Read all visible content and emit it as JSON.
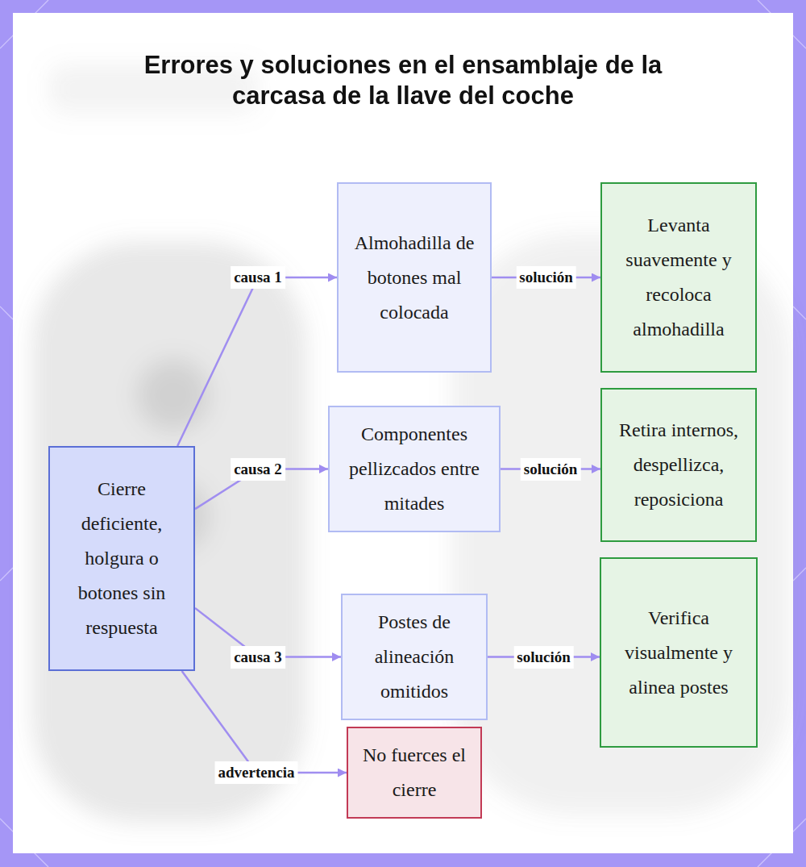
{
  "diagram": {
    "title": "Errores y soluciones en el ensamblaje de la carcasa de la llave del coche",
    "nodes": [
      {
        "text": [
          "Cierre deficiente, holgura o botones sin respuesta"
        ]
      },
      {
        "text": [
          "Almohadilla de botones mal colocada"
        ]
      },
      {
        "text": [
          "Levanta suavemente y recoloca almohadilla"
        ]
      },
      {
        "text": [
          "Componentes pellizcados entre mitades"
        ]
      },
      {
        "text": [
          "Retira internos, despellizca, reposiciona"
        ]
      },
      {
        "text": [
          "Postes de alineación omitidos"
        ]
      },
      {
        "text": [
          "Verifica visualmente y alinea postes"
        ]
      },
      {
        "text": [
          "No fuerces el cierre"
        ]
      }
    ],
    "edges": [
      {
        "from": 0,
        "to": 1,
        "label": "causa 1",
        "arrow": "to"
      },
      {
        "from": 1,
        "to": 2,
        "label": "solución",
        "arrow": "to"
      },
      {
        "from": 0,
        "to": 3,
        "label": "causa 2",
        "arrow": "to"
      },
      {
        "from": 3,
        "to": 4,
        "label": "solución",
        "arrow": "to"
      },
      {
        "from": 0,
        "to": 5,
        "label": "causa 3",
        "arrow": "to"
      },
      {
        "from": 5,
        "to": 6,
        "label": "solución",
        "arrow": "to"
      },
      {
        "from": 0,
        "to": 7,
        "label": "advertencia",
        "arrow": "to"
      }
    ]
  }
}
